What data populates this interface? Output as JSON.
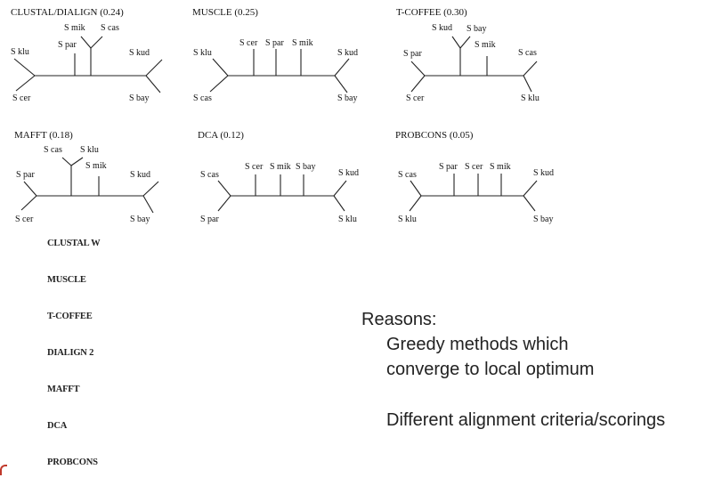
{
  "trees": [
    {
      "title": "CLUSTAL/DIALIGN (0.24)",
      "labels": [
        "S klu",
        "S cer",
        "S par",
        "S mik",
        "S cas",
        "S kud",
        "S bay"
      ]
    },
    {
      "title": "MUSCLE (0.25)",
      "labels": [
        "S klu",
        "S cas",
        "S cer",
        "S par",
        "S mik",
        "S kud",
        "S bay"
      ]
    },
    {
      "title": "T-COFFEE (0.30)",
      "labels": [
        "S par",
        "S cer",
        "S kud",
        "S bay",
        "S mik",
        "S cas",
        "S klu"
      ]
    },
    {
      "title": "MAFFT (0.18)",
      "labels": [
        "S par",
        "S cer",
        "S cas",
        "S klu",
        "S mik",
        "S kud",
        "S bay"
      ]
    },
    {
      "title": "DCA (0.12)",
      "labels": [
        "S cas",
        "S par",
        "S cer",
        "S mik",
        "S bay",
        "S kud",
        "S klu"
      ]
    },
    {
      "title": "PROBCONS (0.05)",
      "labels": [
        "S cas",
        "S klu",
        "S par",
        "S cer",
        "S mik",
        "S kud",
        "S bay"
      ]
    }
  ],
  "methods": [
    "CLUSTAL W",
    "MUSCLE",
    "T-COFFEE",
    "DIALIGN 2",
    "MAFFT",
    "DCA",
    "PROBCONS"
  ],
  "reasons": {
    "heading": "Reasons:",
    "line1": "Greedy methods which",
    "line2": "converge to local optimum",
    "line3": "Different alignment criteria/scorings"
  }
}
